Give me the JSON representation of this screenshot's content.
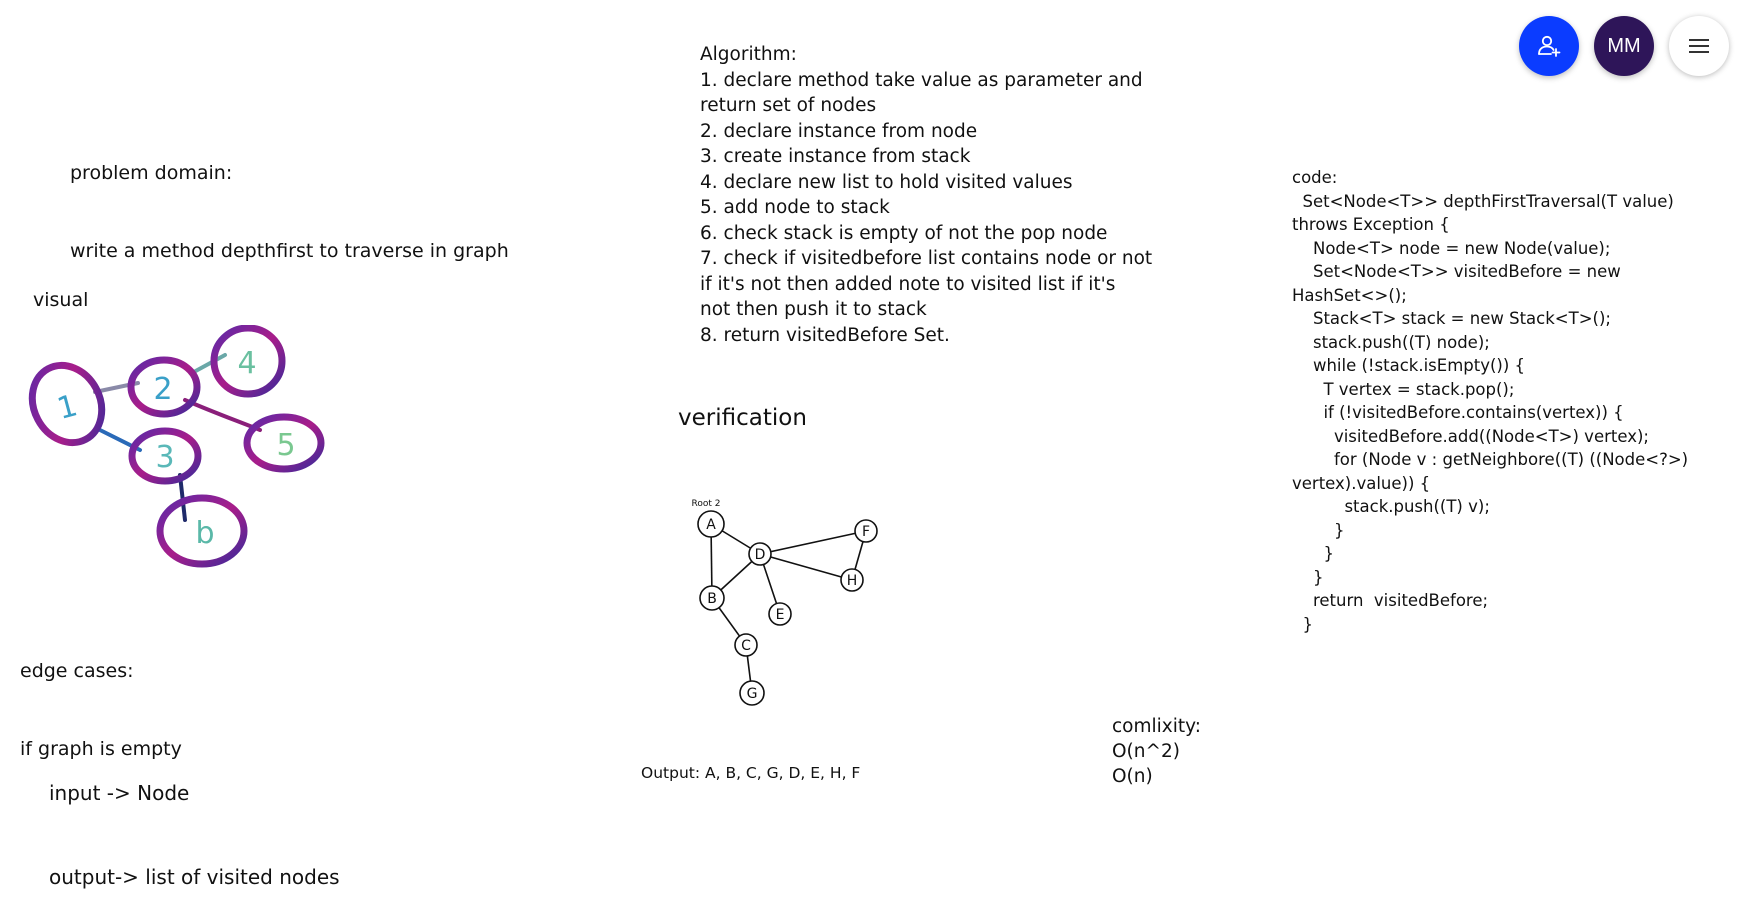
{
  "toolbar": {
    "avatar_initials": "MM",
    "accent_color": "#0b3cff",
    "avatar_color": "#2e1559"
  },
  "problem_domain": {
    "title": "problem domain:",
    "text": "write a method depthfirst to traverse in graph"
  },
  "visual": {
    "label": "visual",
    "nodes": [
      "1",
      "2",
      "4",
      "3",
      "5",
      "b"
    ]
  },
  "edge_cases": {
    "title": "edge cases:",
    "text": "if graph is empty"
  },
  "io": {
    "input": "input -> Node",
    "output": "output-> list of visited nodes"
  },
  "algorithm": {
    "lines": [
      "Algorithm:",
      "1. declare method take value as parameter and",
      "return set of nodes",
      "2. declare instance from node",
      "3. create instance from stack",
      "4. declare new list to hold visited values",
      "5. add node to stack",
      "6. check stack is empty of not the pop node",
      "7. check if visitedbefore list contains node or not",
      "if it's not then added note to visited list if it's",
      "not then push it to stack",
      "8. return visitedBefore Set."
    ]
  },
  "verification": {
    "label": "verification",
    "root_label": "Root 2",
    "nodes": [
      "A",
      "D",
      "F",
      "H",
      "B",
      "E",
      "C",
      "G"
    ],
    "output": "Output: A, B, C, G, D, E, H, F"
  },
  "complexity": {
    "lines": [
      "comlixity:",
      "O(n^2)",
      "O(n)"
    ]
  },
  "code": {
    "lines": [
      "code:",
      "  Set<Node<T>> depthFirstTraversal(T value)",
      "throws Exception {",
      "    Node<T> node = new Node(value);",
      "    Set<Node<T>> visitedBefore = new",
      "HashSet<>();",
      "    Stack<T> stack = new Stack<T>();",
      "    stack.push((T) node);",
      "    while (!stack.isEmpty()) {",
      "      T vertex = stack.pop();",
      "      if (!visitedBefore.contains(vertex)) {",
      "        visitedBefore.add((Node<T>) vertex);",
      "        for (Node v : getNeighbore((T) ((Node<?>)",
      "vertex).value)) {",
      "          stack.push((T) v);",
      "        }",
      "      }",
      "    }",
      "    return  visitedBefore;",
      "  }"
    ]
  }
}
